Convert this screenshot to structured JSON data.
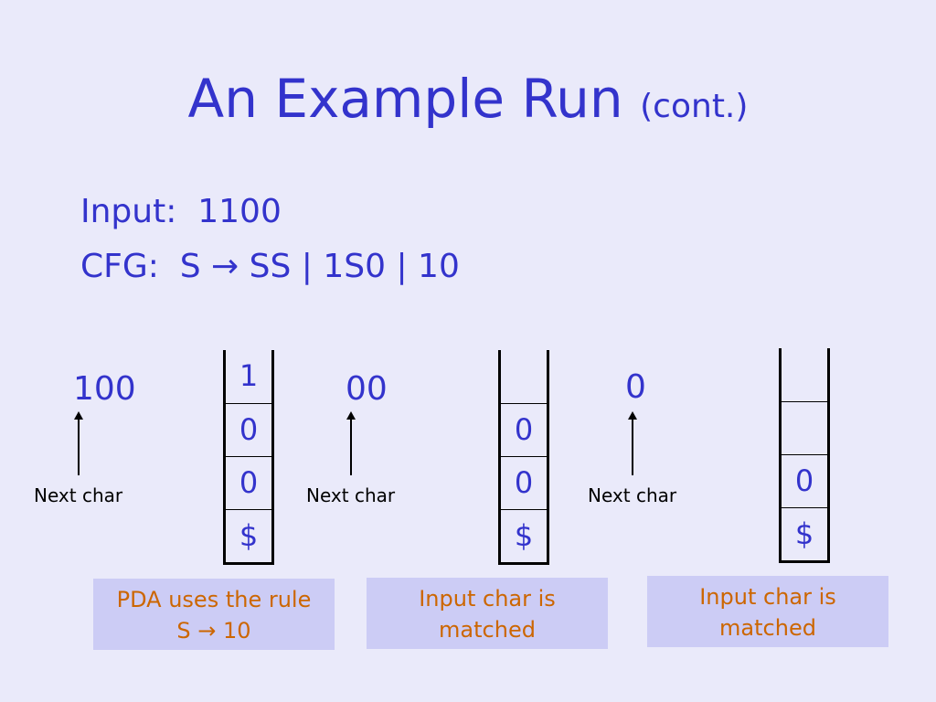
{
  "title": {
    "main": "An Example Run",
    "sub": "(cont.)"
  },
  "input_line": "Input:  1100",
  "cfg_line": "CFG:  S → SS | 1S0 | 10",
  "steps": [
    {
      "remaining": "100",
      "pointer_label": "Next char",
      "stack": [
        "1",
        "0",
        "0",
        "$"
      ],
      "caption_line1": "PDA uses the rule",
      "caption_line2": "S → 10"
    },
    {
      "remaining": "00",
      "pointer_label": "Next char",
      "stack": [
        "",
        "0",
        "0",
        "$"
      ],
      "caption_line1": "Input char is",
      "caption_line2": "matched"
    },
    {
      "remaining": "0",
      "pointer_label": "Next char",
      "stack": [
        "",
        "",
        "0",
        "$"
      ],
      "caption_line1": "Input char is",
      "caption_line2": "matched"
    }
  ],
  "colors": {
    "background": "#eaeafa",
    "text_blue": "#3333cc",
    "caption_text": "#cc6600",
    "caption_bg": "#ccccf5"
  }
}
